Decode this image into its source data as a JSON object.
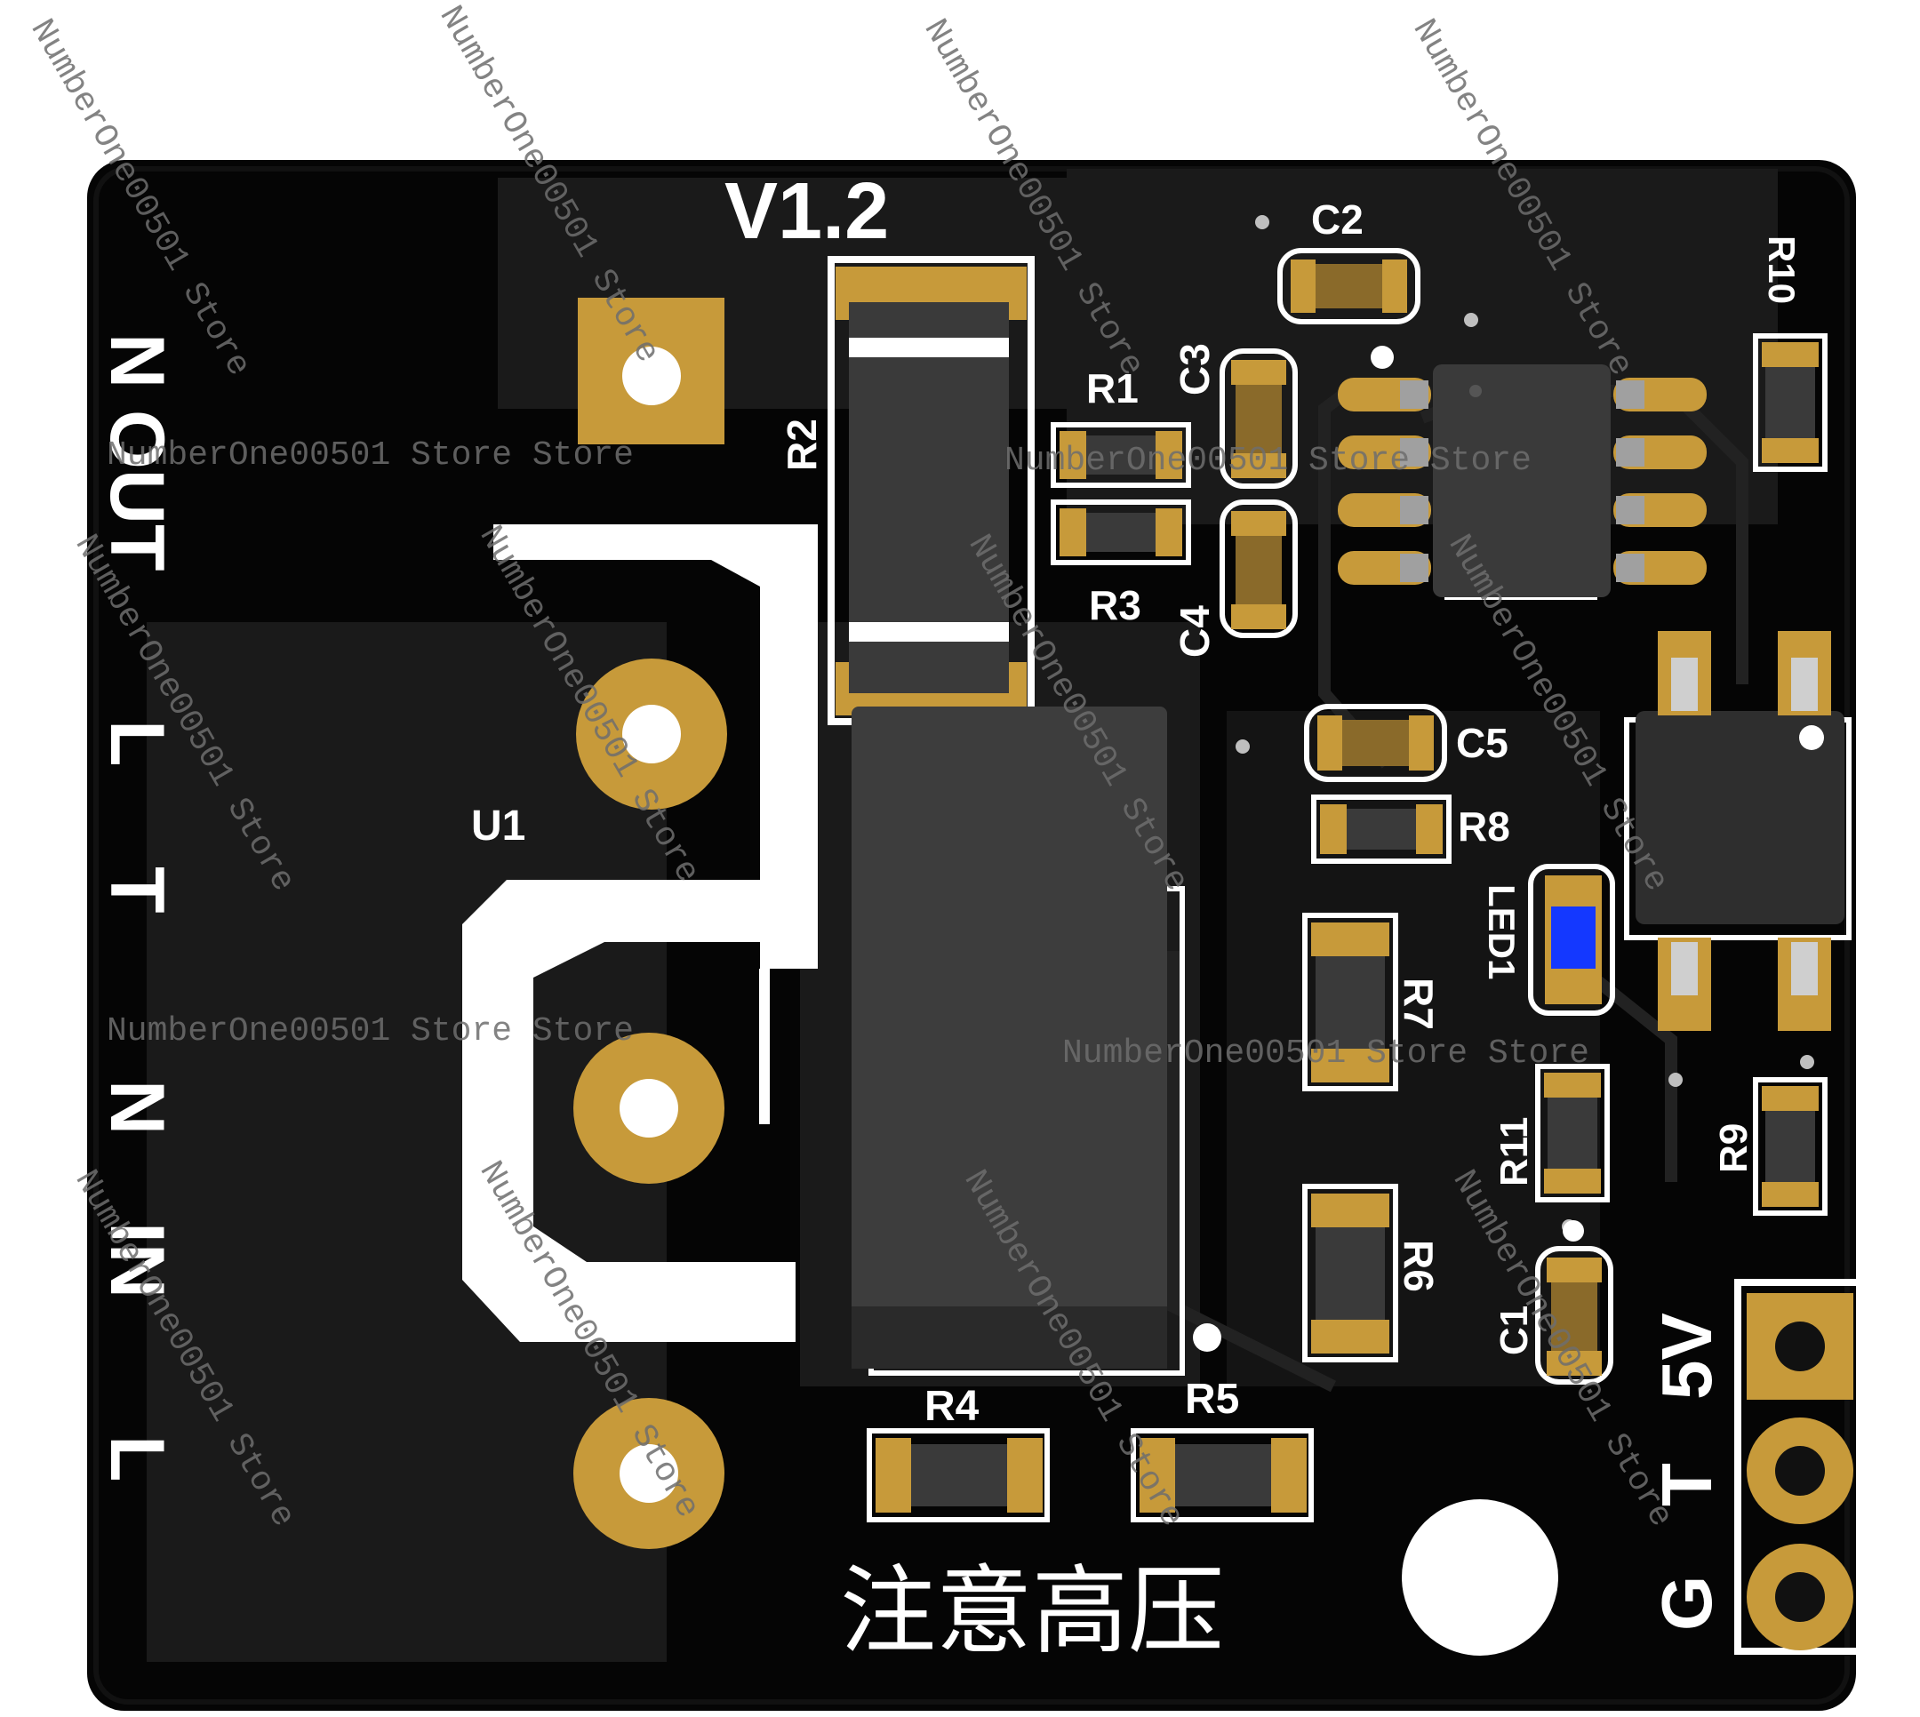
{
  "board": {
    "version": "V1.2",
    "warning": "注意高压",
    "colors": {
      "board": "#050505",
      "copper_dark": "#1b1b1b",
      "pad_gold": "#c79a3a",
      "silkscreen": "#ffffff",
      "component_body": "#3c3c3c",
      "led_blue": "#1438ff"
    }
  },
  "edge_labels": {
    "n_out": "N OUT",
    "l_out": "L",
    "t_sym": "T",
    "n_in": "N",
    "in": "IN",
    "l_in": "L"
  },
  "components": {
    "r1": "R1",
    "r2": "R2",
    "r3": "R3",
    "r4": "R4",
    "r5": "R5",
    "r6": "R6",
    "r7": "R7",
    "r8": "R8",
    "r9": "R9",
    "r10": "R10",
    "r11": "R11",
    "c1": "C1",
    "c2": "C2",
    "c3": "C3",
    "c4": "C4",
    "c5": "C5",
    "u1": "U1",
    "led1": "LED1"
  },
  "header_labels": {
    "v5": "5V",
    "t": "T",
    "g": "G"
  },
  "watermark": {
    "horizontal": "NumberOne00501 Store Store",
    "diagonal": "NumberOne00501 Store"
  }
}
